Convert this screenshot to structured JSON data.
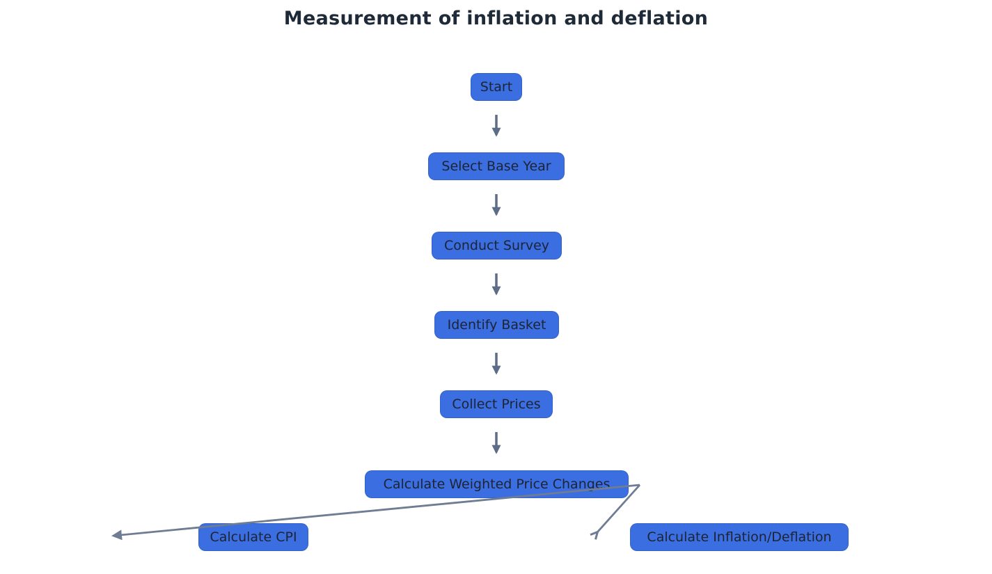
{
  "title": "Measurement of inflation and deflation",
  "diagram": {
    "type": "flowchart",
    "direction": "top-down",
    "nodes": [
      {
        "id": "start",
        "label": "Start"
      },
      {
        "id": "select_base_year",
        "label": "Select Base Year"
      },
      {
        "id": "conduct_survey",
        "label": "Conduct Survey"
      },
      {
        "id": "identify_basket",
        "label": "Identify Basket"
      },
      {
        "id": "collect_prices",
        "label": "Collect Prices"
      },
      {
        "id": "calc_weighted_changes",
        "label": "Calculate Weighted Price Changes"
      },
      {
        "id": "calc_cpi",
        "label": "Calculate CPI"
      },
      {
        "id": "calc_inflation",
        "label": "Calculate Inflation/Deflation"
      }
    ],
    "edges": [
      {
        "from": "start",
        "to": "select_base_year"
      },
      {
        "from": "select_base_year",
        "to": "conduct_survey"
      },
      {
        "from": "conduct_survey",
        "to": "identify_basket"
      },
      {
        "from": "identify_basket",
        "to": "collect_prices"
      },
      {
        "from": "collect_prices",
        "to": "calc_weighted_changes"
      },
      {
        "from": "calc_weighted_changes",
        "to": "calc_cpi"
      },
      {
        "from": "calc_weighted_changes",
        "to": "calc_inflation"
      }
    ],
    "colors": {
      "background": "#FFFFFF",
      "node_fill": "#3B6EE1",
      "node_text": "#1D2433",
      "title_text": "#1F2A38",
      "arrow": "#5D6C87",
      "branch_arrow": "#6E7C94"
    }
  }
}
